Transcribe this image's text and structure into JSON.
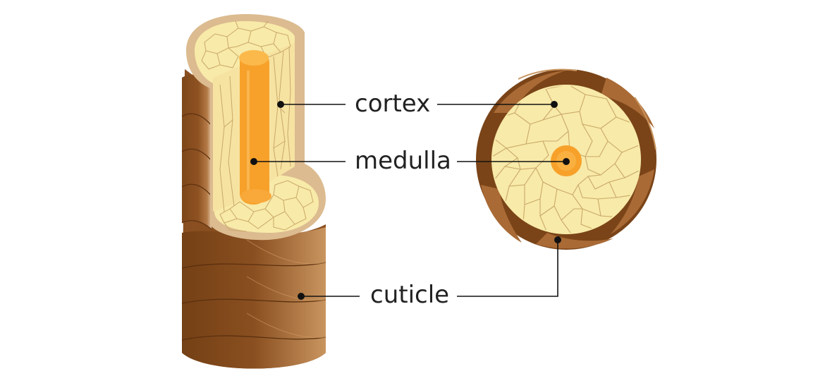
{
  "labels": {
    "cortex": "cortex",
    "medulla": "medulla",
    "cuticle": "cuticle"
  },
  "colors": {
    "cuticle_dark": "#7a4418",
    "cuticle_mid": "#9a5a26",
    "cuticle_light": "#c89060",
    "cortex_fill": "#f8eaa8",
    "cortex_line": "#c9a86a",
    "cortex_rim": "#d9b88e",
    "medulla_fill": "#f7a12a",
    "medulla_light": "#fbb94b",
    "leader_line": "#111111"
  }
}
